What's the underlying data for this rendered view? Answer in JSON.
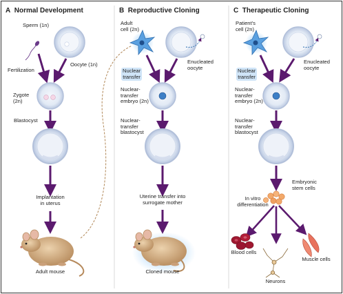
{
  "panels": [
    {
      "letter": "A",
      "title": "Normal Development"
    },
    {
      "letter": "B",
      "title": "Reproductive Cloning"
    },
    {
      "letter": "C",
      "title": "Therapeutic Cloning"
    }
  ],
  "panel_a": {
    "sperm": "Sperm (1n)",
    "oocyte": "Oocyte (1n)",
    "fertilization": "Fertilization",
    "zygote": "Zygote\n(2n)",
    "blastocyst": "Blastocyst",
    "implantation": "Implantation\nin uterus",
    "adult_mouse": "Adult mouse"
  },
  "panel_b": {
    "adult_cell": "Adult\ncell (2n)",
    "enucleated_oocyte": "Enucleated\noocyte",
    "nuclear_transfer": "Nuclear\ntransfer",
    "nt_embryo": "Nuclear-\ntransfer\nembryo (2n)",
    "nt_blastocyst": "Nuclear-\ntransfer\nblastocyst",
    "uterine_transfer": "Uterine transfer into\nsurrogate mother",
    "cloned_mouse": "Cloned mouse"
  },
  "panel_c": {
    "patient_cell": "Patient's\ncell (2n)",
    "enucleated_oocyte": "Enucleated\noocyte",
    "nuclear_transfer": "Nuclear\ntransfer",
    "nt_embryo": "Nuclear-\ntransfer\nembryo (2n)",
    "nt_blastocyst": "Nuclear-\ntransfer\nblastocyst",
    "embryonic_stem_cells": "Embryonic\nstem cells",
    "in_vitro": "In vitro\ndifferentiation",
    "blood_cells": "Blood cells",
    "neurons": "Neurons",
    "muscle_cells": "Muscle cells"
  },
  "colors": {
    "arrow": "#5b1a6e",
    "cell_fill": "#e4ecf6",
    "cell_ring": "#c8d4ea",
    "nucleus_blue": "#3d7fc6",
    "highlight_blue": "#cfe4f7",
    "mouse_fur": "#d6b48a",
    "blood_red": "#a01830",
    "stem_orange": "#f3a96a",
    "muscle_pink": "#e8725d"
  }
}
